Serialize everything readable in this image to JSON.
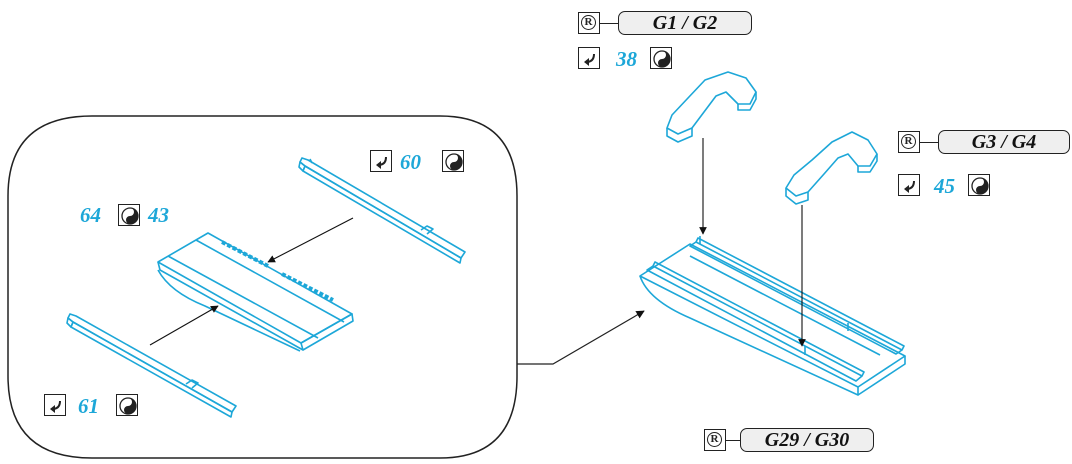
{
  "colors": {
    "accent": "#1da7d8",
    "line": "#222222",
    "pill_bg": "#efefef"
  },
  "icons": {
    "replace": "registered-r-icon",
    "fold": "fold-arrow-icon",
    "glue": "yin-yang-glue-icon"
  },
  "callouts": {
    "g1_g2": "G1 / G2",
    "g3_g4": "G3 / G4",
    "g29_g30": "G29 / G30",
    "step_38": "38",
    "step_45": "45",
    "step_60": "60",
    "step_61": "61",
    "step_64": "64",
    "step_43": "43"
  }
}
